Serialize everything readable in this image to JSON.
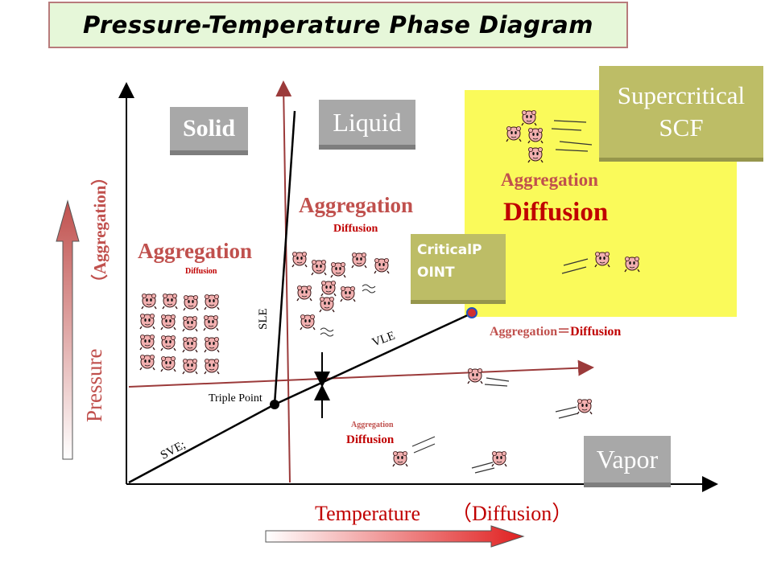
{
  "title": "Pressure-Temperature Phase Diagram",
  "phases": {
    "solid": "Solid",
    "liquid": "Liquid",
    "supercritical_line1": "Supercritical",
    "supercritical_line2": "SCF",
    "vapor": "Vapor"
  },
  "critical_point": {
    "line1": "CriticalP",
    "line2": "OINT"
  },
  "annotations": {
    "solid_aggregation": "Aggregation",
    "solid_diffusion": "Diffusion",
    "liquid_aggregation": "Aggregation",
    "liquid_diffusion": "Diffusion",
    "scf_aggregation": "Aggregation",
    "scf_diffusion": "Diffusion",
    "critical_aggregation": "Aggregation",
    "critical_equals": "＝",
    "critical_diffusion": "Diffusion",
    "vapor_aggregation": "Aggregation",
    "vapor_diffusion": "Diffusion"
  },
  "curves": {
    "sle": "SLE",
    "vle": "VLE",
    "sve": "SVE;"
  },
  "triple_point": "Triple Point",
  "axes": {
    "x_label": "Temperature",
    "x_sub": "（Diffusion）",
    "y_label": "Pressure",
    "y_sub": "（Aggregation）"
  },
  "colors": {
    "accent_red": "#c0504d",
    "dark_red": "#c00000",
    "scf_yellow": "#fafa5a",
    "phase_gray": "#a8a8a8",
    "olive": "#bdbd66",
    "title_bg": "#e6f7d9"
  }
}
